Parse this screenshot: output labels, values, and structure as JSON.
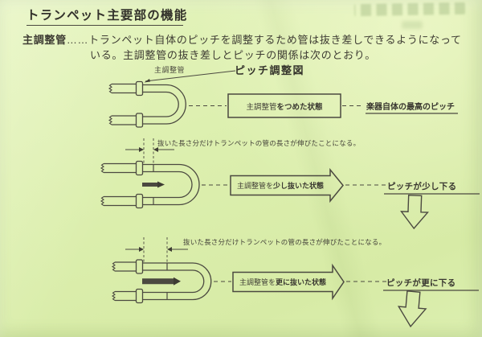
{
  "header": {
    "title": "トランペット主要部の機能"
  },
  "intro": {
    "label": "主調整管",
    "line1_rest": "……トランペット自体のピッチを調整するため管は抜き差しできるようになって",
    "line2": "いる。主調整管の抜き差しとピッチの関係は次のとおり。"
  },
  "diagram": {
    "slide_label": "主調整管",
    "title": "ピッチ調整図"
  },
  "rows": [
    {
      "state_prefix": "主調整管",
      "state_emphasis": "をつめた状態",
      "result": "楽器自体の最高のピッチ"
    },
    {
      "note": "抜いた長さ分だけトランペットの管の長さが伸びたことになる。",
      "state_prefix": "主調整管を",
      "state_emphasis": "少し抜いた状態",
      "result": "ピッチが少し下る"
    },
    {
      "note": "抜いた長さ分だけトランペットの管の長さが伸びたことになる。",
      "state_prefix": "主調整管を",
      "state_emphasis": "更に抜いた状態",
      "result": "ピッチが更に下る"
    }
  ],
  "colors": {
    "paper": "#dcefb0",
    "ink": "#3e3c33",
    "line": "#4b4940",
    "bleed_through": "#a4c182"
  }
}
